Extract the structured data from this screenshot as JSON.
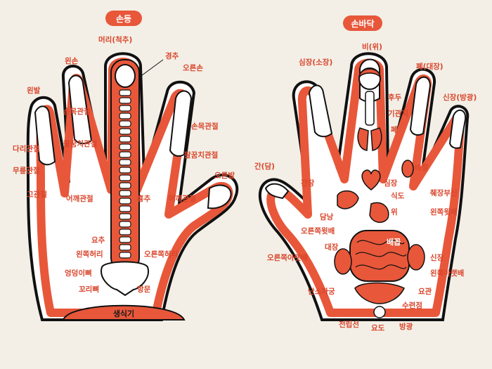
{
  "colors": {
    "accent": "#e8573a",
    "outline": "#111111",
    "paper": "#f3efe6",
    "label": "#d9452b"
  },
  "back": {
    "title": "손등",
    "labels": {
      "head": "머리(척추)",
      "neck": "경추",
      "left_hand": "왼손",
      "right_hand": "오른손",
      "left_foot": "왼발",
      "left_wrist": "손목관절",
      "right_wrist": "손목관절",
      "left_elbow": "팔꿈치관절",
      "right_elbow": "팔꿈치관절",
      "leg_joint": "다리관절",
      "knee_joint": "무릎관절",
      "hip_joint": "고관절",
      "left_shoulder": "어깨관절",
      "right_shoulder": "어깨관절",
      "right_foot": "오른발",
      "thoracic": "흉추",
      "lumbar": "요추",
      "left_waist": "왼쪽허리",
      "right_waist": "오른쪽허리",
      "pelvis": "엉덩이뼈",
      "coccyx": "꼬리뼈",
      "anus": "항문",
      "genitals": "생식기"
    }
  },
  "palm": {
    "title": "손바닥",
    "labels": {
      "heart_small": "심장(소장)",
      "spleen_stomach": "비(위)",
      "lung_colon": "폐(대장)",
      "kidney_bladder": "신장(방광)",
      "throat": "후두",
      "trachea": "기관지",
      "lung": "폐",
      "liver": "간(담)",
      "spleen": "비장",
      "liver_organ": "간장",
      "heart": "심장",
      "esophagus": "식도",
      "adrenal": "췌장부신",
      "gallbladder": "담낭",
      "stomach": "위",
      "left_rib": "왼쪽윗배",
      "right_rib": "오른쪽윗배",
      "colon": "대장",
      "navel": "배꼽",
      "kidney": "신장",
      "right_lower": "오른쪽아랫배",
      "left_lower": "왼쪽아랫배",
      "ovary_uterus": "난소자궁",
      "ureter": "요관",
      "sperm": "수련점",
      "prostate": "전립선",
      "urethra": "요도",
      "bladder": "방광"
    }
  }
}
